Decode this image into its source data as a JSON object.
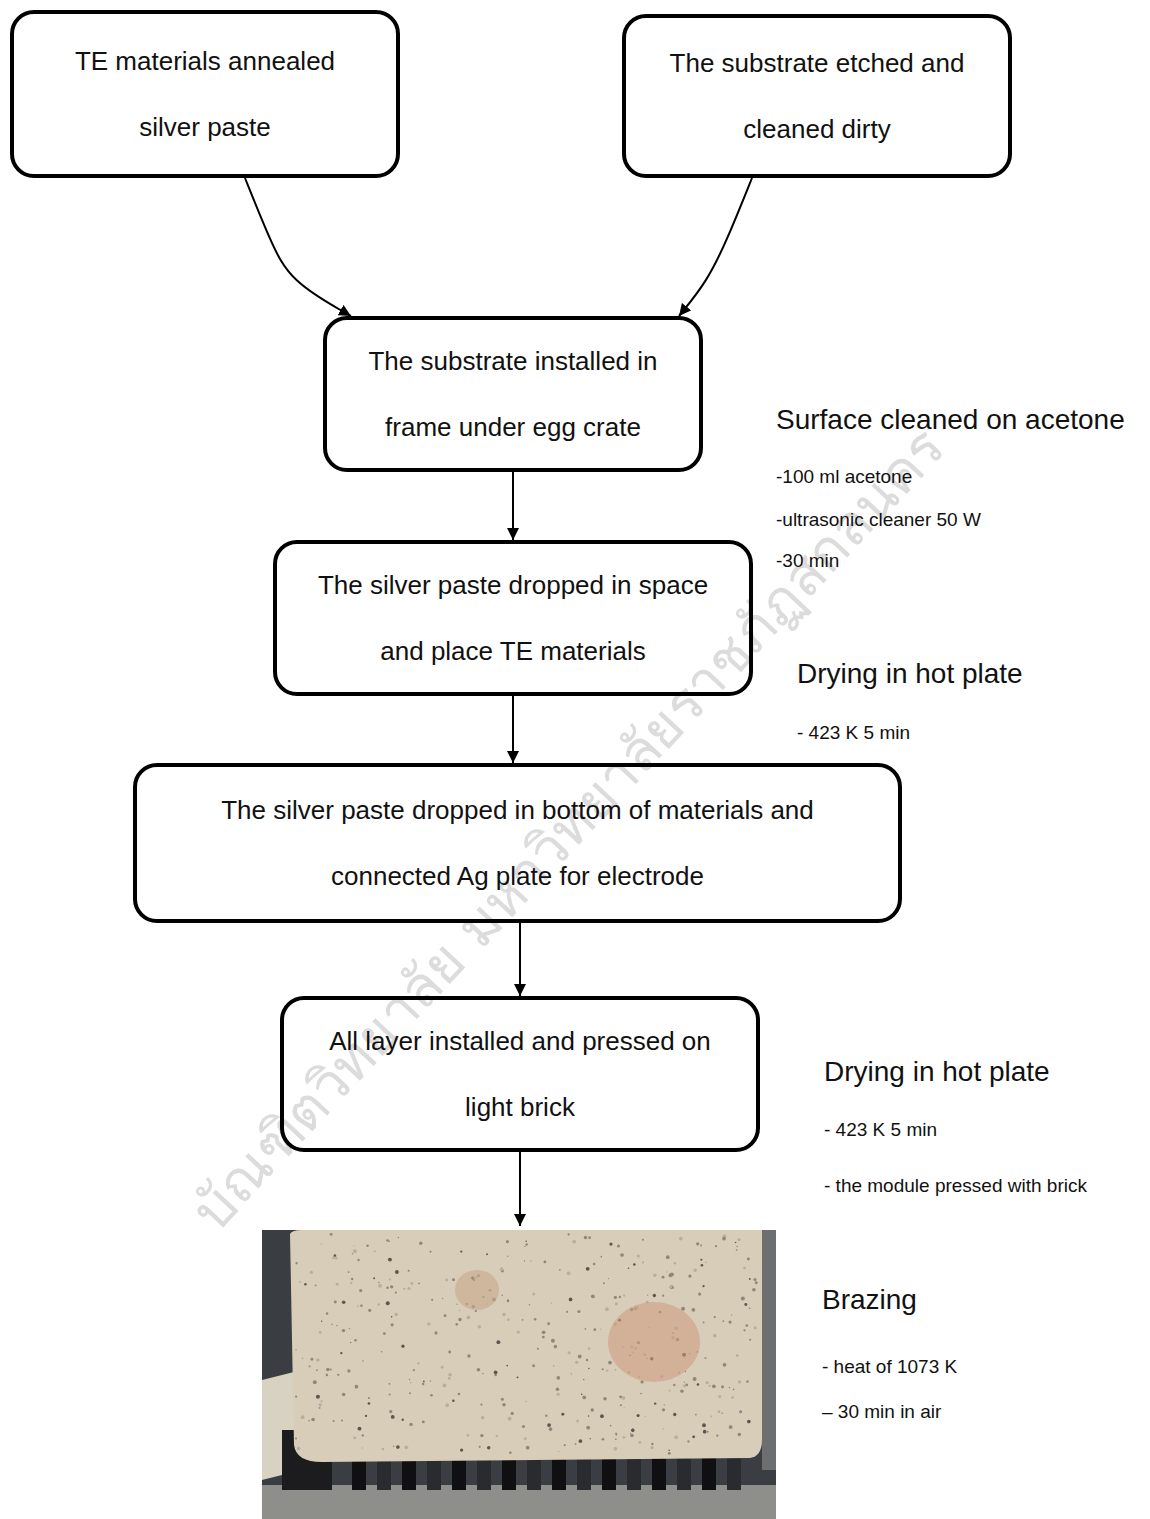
{
  "diagram": {
    "nodes": [
      {
        "text": [
          "TE materials annealed silver paste"
        ]
      },
      {
        "text": [
          "The substrate etched and cleaned dirty"
        ]
      },
      {
        "text": [
          "The substrate installed in frame under egg crate"
        ]
      },
      {
        "text": [
          "The silver paste dropped in space and place TE materials"
        ]
      },
      {
        "text": [
          "The silver paste dropped in bottom of materials and connected Ag plate for electrode"
        ]
      },
      {
        "text": [
          "All layer installed and pressed on light brick"
        ]
      }
    ],
    "edges": [
      {
        "from": 0,
        "to": 2,
        "arrow": "to"
      },
      {
        "from": 1,
        "to": 2,
        "arrow": "to"
      },
      {
        "from": 2,
        "to": 3,
        "arrow": "to"
      },
      {
        "from": 3,
        "to": 4,
        "arrow": "to"
      },
      {
        "from": 4,
        "to": 5,
        "arrow": "to"
      }
    ],
    "labels": [
      "Surface cleaned on acetone",
      "-100 ml acetone",
      "-ultrasonic cleaner 50 W",
      "-30 min",
      "Drying in hot plate",
      "- 423 K 5 min",
      "Drying in hot plate",
      "- 423 K 5 min",
      "- the module pressed with brick",
      "Brazing",
      "- heat of 1073 K",
      "– 30 min in air",
      "บัณฑิตวิทยาลัย มหาวิทยาลัยราชภัฏสกลนคร"
    ]
  }
}
